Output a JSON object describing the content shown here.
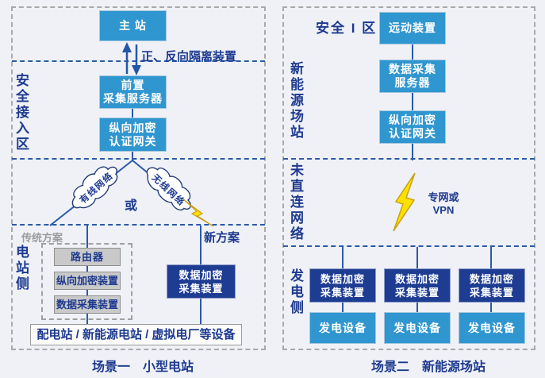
{
  "colors": {
    "background": "#eff1f7",
    "medium_blue_box": "#2f96d0",
    "navy_box": "#1e3c92",
    "line_blue": "#2b5aa8",
    "text_navy": "#1e3a8f",
    "gray_box": "#c9c9c9",
    "gray_dash": "#a9a9a9",
    "bolt_yellow": "#ffe000"
  },
  "left": {
    "zone_security_access": "安全接入区",
    "zone_station_side": "电站侧",
    "main_station": "主 站",
    "isolation_label": "正、反向隔离装置",
    "front_server": "前置\n采集服务器",
    "vpn_gateway": "纵向加密\n认证网关",
    "cloud_wired": "有线网络",
    "cloud_wireless": "无线网络",
    "or_label": "或",
    "legacy_label": "传统方案",
    "new_label": "新方案",
    "router": "路由器",
    "lon_encrypt_device": "纵向加密装置",
    "data_collect_device": "数据采集装置",
    "data_encrypt_collector": "数据加密\n采集装置",
    "equipment": "配电站 / 新能源电站 / 虚拟电厂等设备",
    "caption": "场景一　小型电站"
  },
  "right": {
    "zone1_label": "安全 I 区",
    "zone_site": "新能源场站",
    "zone_network": "未直连网络",
    "zone_generation": "发电侧",
    "remote_device": "远动装置",
    "data_server": "数据采集\n服务器",
    "vpn_gateway": "纵向加密\n认证网关",
    "network_note": "专网或\nVPN",
    "collectors": [
      "数据加密\n采集装置",
      "数据加密\n采集装置",
      "数据加密\n采集装置"
    ],
    "generators": [
      "发电设备",
      "发电设备",
      "发电设备"
    ],
    "caption": "场景二　新能源场站"
  }
}
